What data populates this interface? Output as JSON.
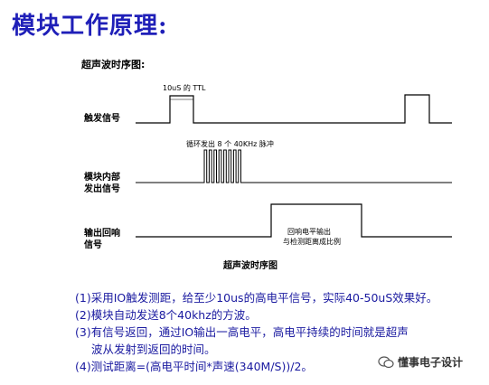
{
  "title": "模块工作原理:",
  "diagram": {
    "heading": "超声波时序图:",
    "signals": [
      {
        "label": [
          "触发信号"
        ]
      },
      {
        "label": [
          "模块内部",
          "发出信号"
        ]
      },
      {
        "label": [
          "输出回响",
          "信号"
        ]
      }
    ],
    "annotations": {
      "trigger_pulse": "10uS 的 TTL",
      "burst": "循环发出 8 个 40KHz 脉冲",
      "echo_line1": "回响电平输出",
      "echo_line2": "与检测距离成比例"
    },
    "burst_pulse_count": 8,
    "caption": "超声波时序图"
  },
  "notes": [
    "(1)采用IO触发测距，给至少10us的高电平信号，实际40-50uS效果好。",
    "(2)模块自动发送8个40khz的方波。",
    "(3)有信号返回，通过IO输出一高电平，高电平持续的时间就是超声",
    "波从发射到返回的时间。",
    "(4)测试距离=(高电平时间*声速(340M/S))/2。"
  ],
  "watermark": "懂事电子设计"
}
